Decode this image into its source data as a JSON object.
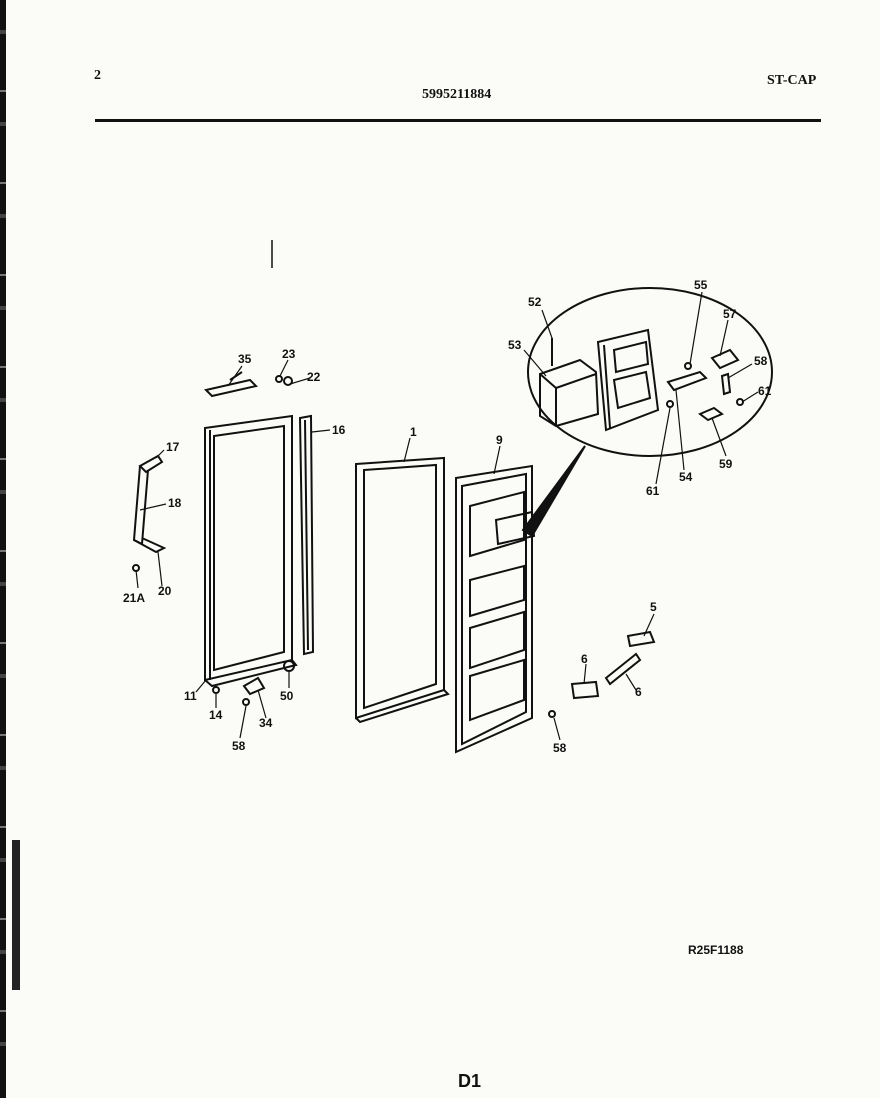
{
  "header": {
    "page_number": "2",
    "model_number": "5995211884",
    "section_code": "ST-CAP"
  },
  "diagram": {
    "callouts": [
      {
        "id": "c52",
        "text": "52"
      },
      {
        "id": "c53",
        "text": "53"
      },
      {
        "id": "c55",
        "text": "55"
      },
      {
        "id": "c57",
        "text": "57"
      },
      {
        "id": "c58a",
        "text": "58"
      },
      {
        "id": "c61a",
        "text": "61"
      },
      {
        "id": "c59",
        "text": "59"
      },
      {
        "id": "c54",
        "text": "54"
      },
      {
        "id": "c61b",
        "text": "61"
      },
      {
        "id": "c35",
        "text": "35"
      },
      {
        "id": "c23",
        "text": "23"
      },
      {
        "id": "c22",
        "text": "22"
      },
      {
        "id": "c16",
        "text": "16"
      },
      {
        "id": "c1",
        "text": "1"
      },
      {
        "id": "c9",
        "text": "9"
      },
      {
        "id": "c17",
        "text": "17"
      },
      {
        "id": "c18",
        "text": "18"
      },
      {
        "id": "c21A",
        "text": "21A"
      },
      {
        "id": "c20",
        "text": "20"
      },
      {
        "id": "c11",
        "text": "11"
      },
      {
        "id": "c14",
        "text": "14"
      },
      {
        "id": "c58b",
        "text": "58"
      },
      {
        "id": "c34",
        "text": "34"
      },
      {
        "id": "c50",
        "text": "50"
      },
      {
        "id": "c5",
        "text": "5"
      },
      {
        "id": "c6a",
        "text": "6"
      },
      {
        "id": "c6b",
        "text": "6"
      },
      {
        "id": "c58c",
        "text": "58"
      }
    ]
  },
  "footer": {
    "drawing_code": "R25F1188",
    "page_label": "D1"
  }
}
